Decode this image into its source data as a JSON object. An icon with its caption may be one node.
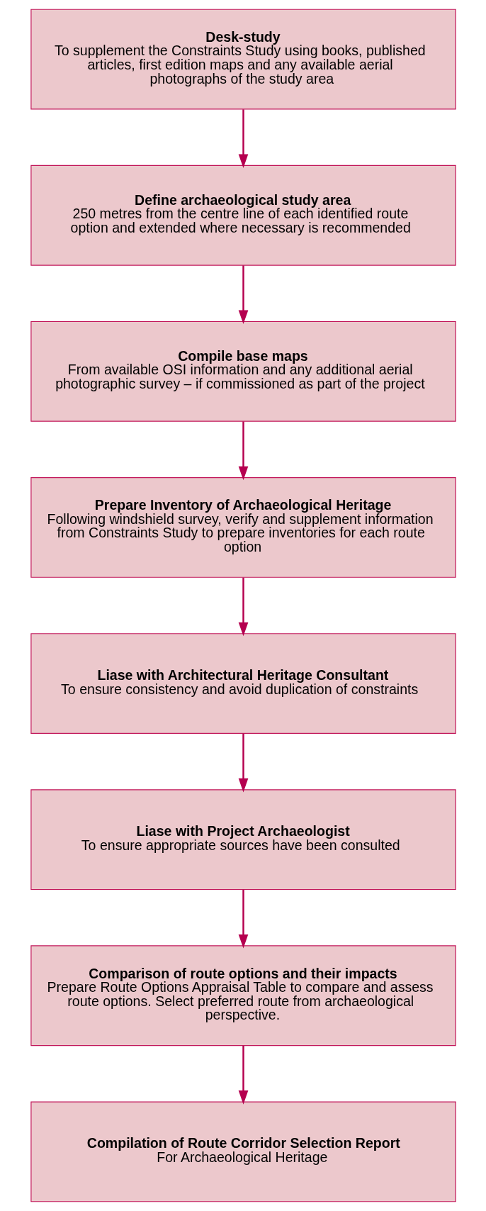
{
  "diagram": {
    "nodes": [
      {
        "text": [
          "Desk-study",
          "To supplement the Constraints Study using books, published articles, first edition maps and any available aerial photographs of the study area"
        ]
      },
      {
        "text": [
          "Define archaeological study area",
          "250 metres from the centre line of each identified route option and extended where necessary is recommended"
        ]
      },
      {
        "text": [
          "Compile base maps",
          "From available OSI information and any additional aerial photographic survey – if commissioned as part of the project"
        ]
      },
      {
        "text": [
          "Prepare Inventory of Archaeological Heritage",
          "Following windshield survey, verify and supplement information from Constraints Study to prepare inventories for each route option"
        ]
      },
      {
        "text": [
          "Liase with Architectural Heritage Consultant",
          "To ensure consistency and avoid duplication of constraints"
        ]
      },
      {
        "text": [
          "Liase with Project Archaeologist",
          "To ensure appropriate sources have been consulted"
        ]
      },
      {
        "text": [
          "Comparison of route options and their impacts",
          "Prepare Route Options Appraisal Table to compare and assess route options. Select preferred route from archaeological perspective."
        ]
      },
      {
        "text": [
          "Compilation of Route Corridor Selection Report",
          "For Archaeological Heritage"
        ]
      }
    ],
    "edges": [
      {
        "from": 0,
        "to": 1,
        "arrow": "to"
      },
      {
        "from": 1,
        "to": 2,
        "arrow": "to"
      },
      {
        "from": 2,
        "to": 3,
        "arrow": "to"
      },
      {
        "from": 3,
        "to": 4,
        "arrow": "to"
      },
      {
        "from": 4,
        "to": 5,
        "arrow": "to"
      },
      {
        "from": 5,
        "to": 6,
        "arrow": "to"
      },
      {
        "from": 6,
        "to": 7,
        "arrow": "to"
      }
    ]
  }
}
